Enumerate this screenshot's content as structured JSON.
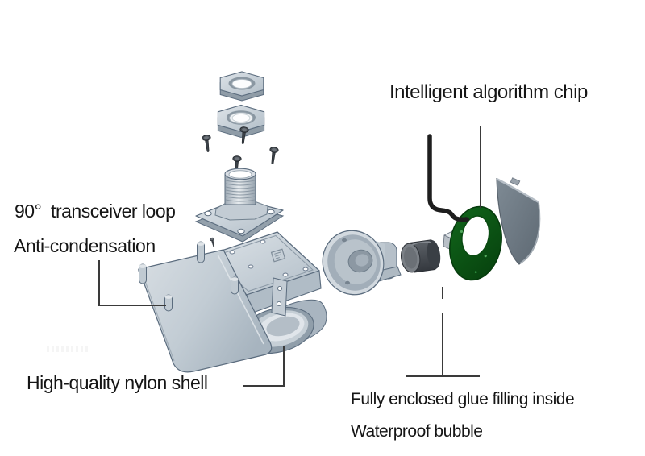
{
  "labels": {
    "chip": "Intelligent algorithm chip",
    "transceiver_loop": "90°  transceiver loop",
    "anti_condensation": "Anti-condensation",
    "nylon_shell": "High-quality nylon shell",
    "glue_filling": "Fully enclosed glue filling inside",
    "waterproof_bubble": "Waterproof bubble"
  },
  "parts": [
    "hex-nut-upper",
    "hex-nut-lower",
    "mounting-screws",
    "cable-gland-flange",
    "nylon-shell-bracket",
    "horn-cone",
    "transducer-cylinder",
    "chip-cube",
    "pcb-ring",
    "signal-cable",
    "rear-cover-shield"
  ],
  "colors": {
    "background": "#ffffff",
    "part_light_gray": "#ccd4dc",
    "part_outline": "#5b6c7e",
    "pcb_green": "#0b5713",
    "dark_metal": "#42464c",
    "shield_gray": "#6e7983",
    "cable_black": "#1e1e1e",
    "leader_line": "#3a3a3a",
    "text": "#151515"
  }
}
